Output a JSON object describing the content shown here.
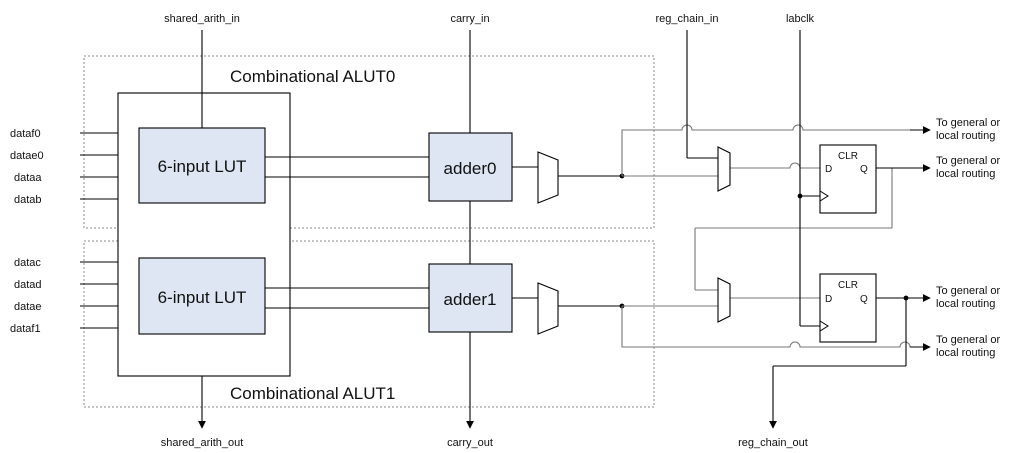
{
  "signals": {
    "shared_arith_in": "shared_arith_in",
    "carry_in": "carry_in",
    "reg_chain_in": "reg_chain_in",
    "labclk": "labclk",
    "shared_arith_out": "shared_arith_out",
    "carry_out": "carry_out",
    "reg_chain_out": "reg_chain_out"
  },
  "inputs_top": [
    "dataf0",
    "datae0",
    "dataa",
    "datab"
  ],
  "inputs_bottom": [
    "datac",
    "datad",
    "datae",
    "dataf1"
  ],
  "alut0": {
    "label": "Combinational ALUT0",
    "lut": "6-input LUT",
    "adder": "adder0"
  },
  "alut1": {
    "label": "Combinational ALUT1",
    "lut": "6-input LUT",
    "adder": "adder1"
  },
  "register": {
    "clr": "CLR",
    "d": "D",
    "q": "Q"
  },
  "routing": {
    "line1": "To general or",
    "line2": "local routing"
  },
  "colors": {
    "block_fill": "#dde6f2",
    "gray_wire": "#777777",
    "region_border": "#888888"
  }
}
